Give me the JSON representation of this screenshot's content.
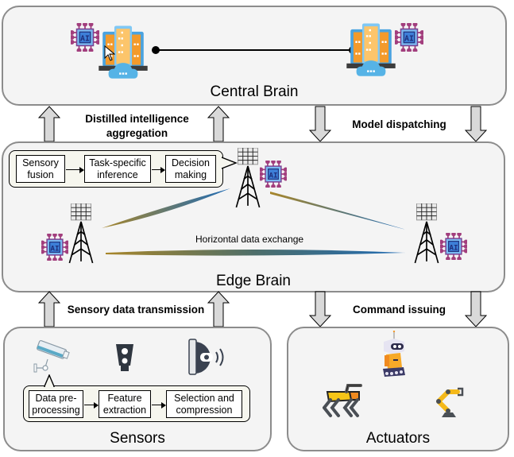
{
  "panels": {
    "central": {
      "title": "Central Brain"
    },
    "edge": {
      "title": "Edge Brain"
    },
    "sensors": {
      "title": "Sensors"
    },
    "actuators": {
      "title": "Actuators"
    }
  },
  "connections": {
    "distilled": {
      "line1": "Distilled intelligence",
      "line2": "aggregation",
      "direction": "up"
    },
    "dispatching": {
      "label": "Model dispatching",
      "direction": "down"
    },
    "sensory_tx": {
      "label": "Sensory data transmission",
      "direction": "up"
    },
    "command": {
      "label": "Command issuing",
      "direction": "down"
    }
  },
  "edge_pipeline": {
    "steps": [
      {
        "line1": "Sensory",
        "line2": "fusion"
      },
      {
        "line1": "Task-specific",
        "line2": "inference"
      },
      {
        "line1": "Decision",
        "line2": "making"
      }
    ]
  },
  "edge_links": {
    "horizontal_label": "Horizontal data exchange"
  },
  "sensor_pipeline": {
    "steps": [
      {
        "line1": "Data pre-",
        "line2": "processing"
      },
      {
        "line1": "Feature",
        "line2": "extraction"
      },
      {
        "line1": "Selection and",
        "line2": "compression"
      }
    ]
  },
  "icons": {
    "central": [
      "ai-chip-icon",
      "server-cloud-icon",
      "server-cloud-icon",
      "ai-chip-icon"
    ],
    "edge": [
      "cell-tower-icon",
      "ai-chip-icon"
    ],
    "sensors": [
      "cctv-camera-icon",
      "traffic-light-icon",
      "proximity-sensor-icon"
    ],
    "actuators": [
      "robot-dog-icon",
      "wheeled-robot-icon",
      "robotic-arm-icon"
    ]
  },
  "colors": {
    "panel_bg": "#f4f4f4",
    "panel_border": "#8c8c8c",
    "arrow_fill": "#d9d9d9",
    "link_gold": "#a8862a",
    "link_blue": "#1f6bb5"
  }
}
